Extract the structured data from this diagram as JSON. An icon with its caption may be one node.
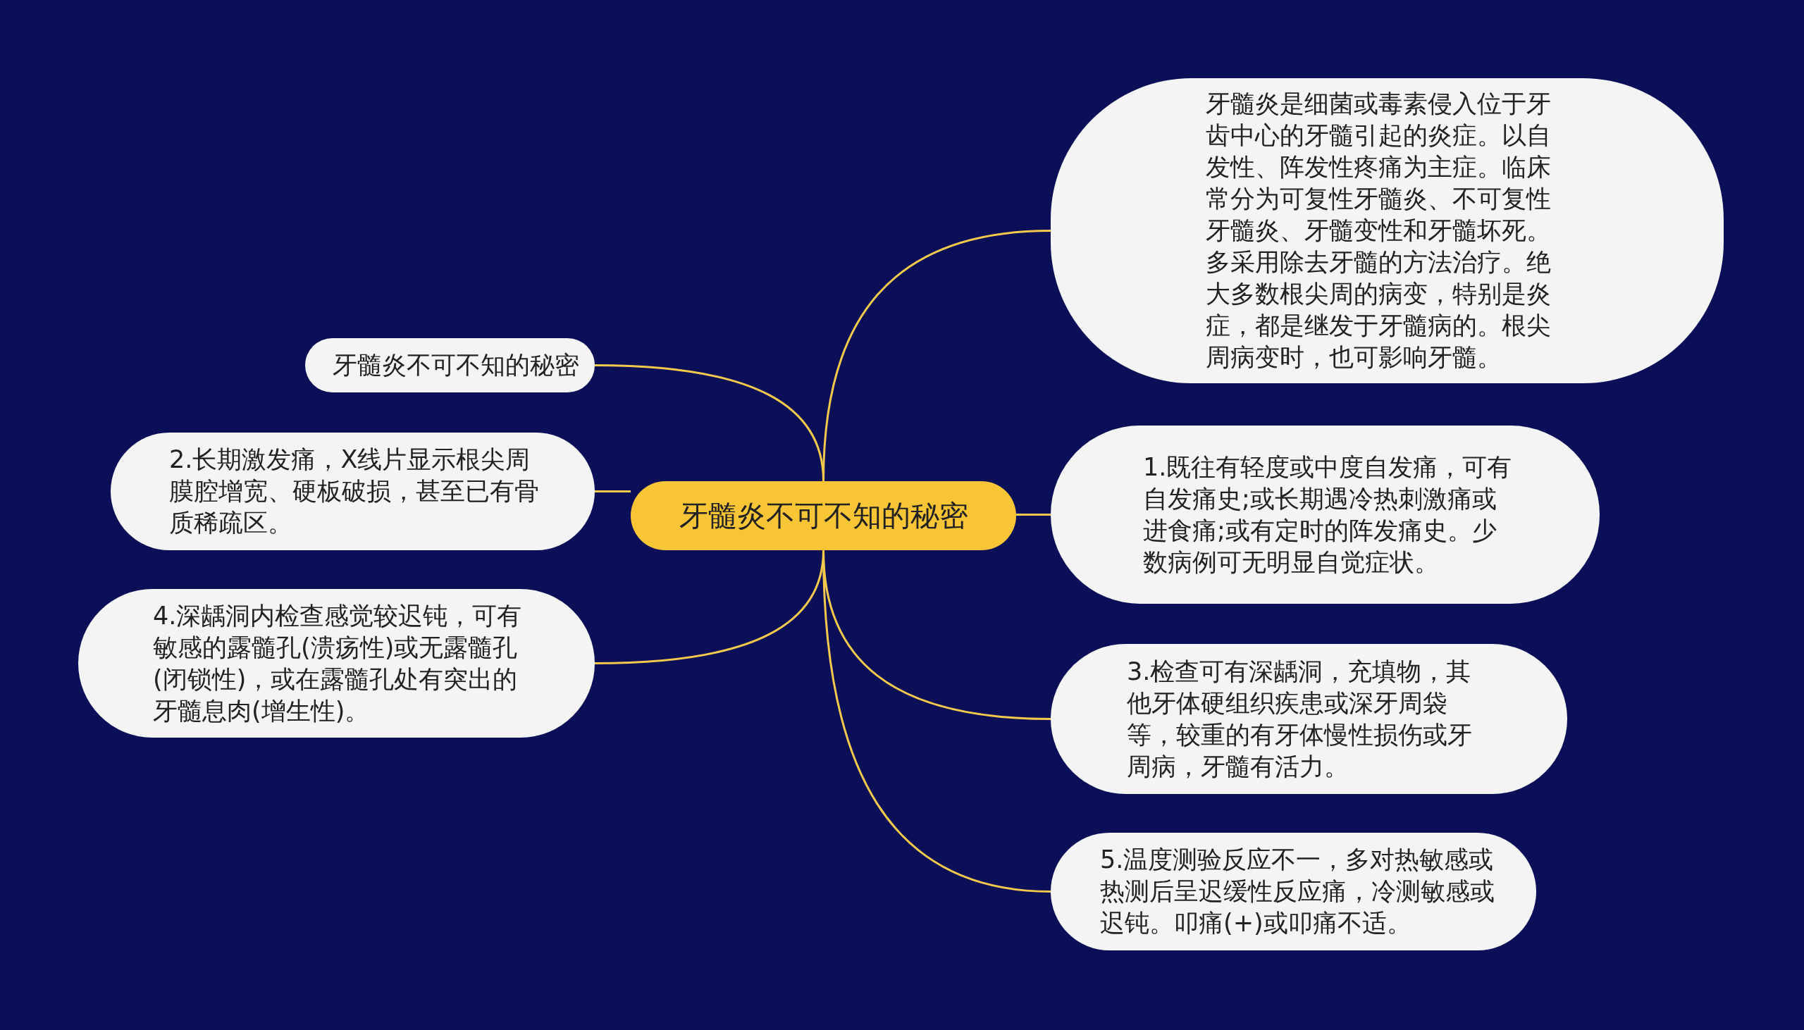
{
  "diagram": {
    "nodes": [
      {
        "text": [
          "牙髓炎不可不知的秘密"
        ]
      },
      {
        "text": [
          "牙髓炎是细菌或毒素侵入位于牙齿中心的牙髓引起的炎症。以自发性、阵发性疼痛为主症。临床常分为可复性牙髓炎、不可复性牙髓炎、牙髓变性和牙髓坏死。多采用除去牙髓的方法治疗。绝大多数根尖周的病变，特别是炎症，都是继发于牙髓病的。根尖周病变时，也可影响牙髓。"
        ]
      },
      {
        "text": [
          "牙髓炎不可不知的秘密"
        ]
      },
      {
        "text": [
          "1.既往有轻度或中度自发痛，可有自发痛史;或长期遇冷热刺激痛或进食痛;或有定时的阵发痛史。少数病例可无明显自觉症状。"
        ]
      },
      {
        "text": [
          "2.长期激发痛，X线片显示根尖周膜腔增宽、硬板破损，甚至已有骨质稀疏区。"
        ]
      },
      {
        "text": [
          "3.检查可有深龋洞，充填物，其他牙体硬组织疾患或深牙周袋等，较重的有牙体慢性损伤或牙周病，牙髓有活力。"
        ]
      },
      {
        "text": [
          "4.深龋洞内检查感觉较迟钝，可有敏感的露髓孔(溃疡性)或无露髓孔(闭锁性)，或在露髓孔处有突出的牙髓息肉(增生性)。"
        ]
      },
      {
        "text": [
          "5.温度测验反应不一，多对热敏感或热测后呈迟缓性反应痛，冷测敏感或迟钝。叩痛(+)或叩痛不适。"
        ]
      }
    ],
    "edges": [
      {
        "from": 0,
        "to": 1,
        "arrow": "none"
      },
      {
        "from": 0,
        "to": 2,
        "arrow": "none"
      },
      {
        "from": 0,
        "to": 3,
        "arrow": "none"
      },
      {
        "from": 0,
        "to": 4,
        "arrow": "none"
      },
      {
        "from": 0,
        "to": 5,
        "arrow": "none"
      },
      {
        "from": 0,
        "to": 6,
        "arrow": "none"
      },
      {
        "from": 0,
        "to": 7,
        "arrow": "none"
      }
    ]
  }
}
